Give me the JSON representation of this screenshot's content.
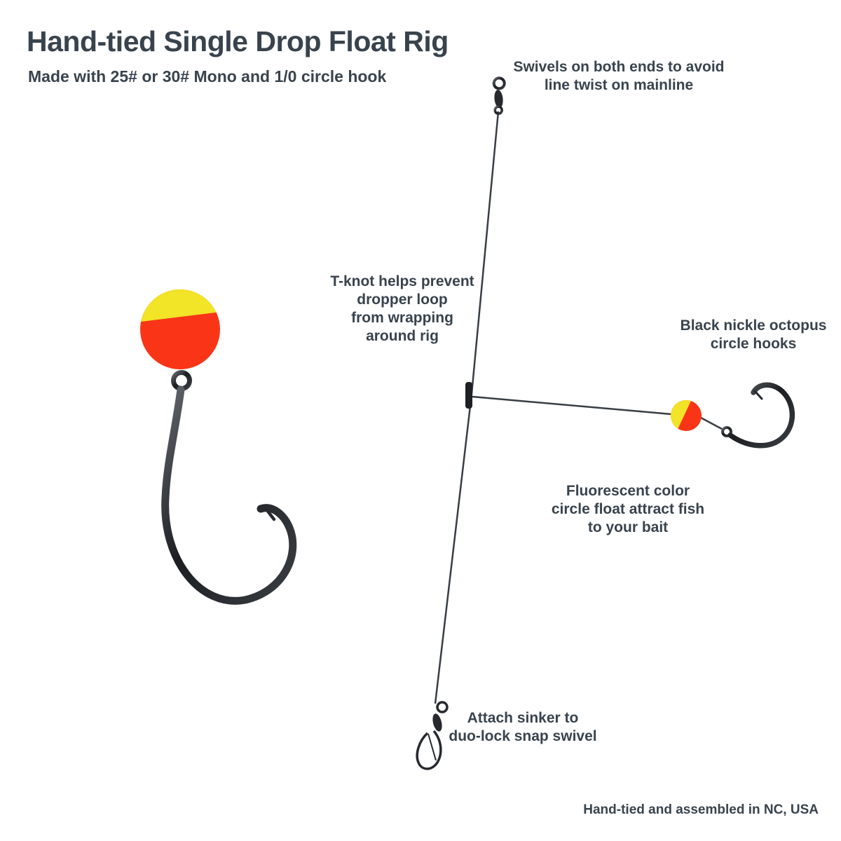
{
  "colors": {
    "float_red": "#fa3517",
    "float_yellow": "#f2e426",
    "line": "#383e44",
    "text": "#39434d"
  },
  "header": {
    "title": "Hand-tied Single Drop Float Rig",
    "subtitle": "Made with 25# or 30# Mono and 1/0 circle hook"
  },
  "annotations": {
    "swivels": "Swivels on both ends to avoid\nline twist on mainline",
    "t_knot": "T-knot helps prevent\ndropper loop\nfrom wrapping\naround rig",
    "hooks": "Black nickle octopus\ncircle hooks",
    "float": "Fluorescent color\ncircle float attract fish\nto your bait",
    "sinker": "Attach sinker to\nduo-lock snap swivel"
  },
  "footer": {
    "credit": "Hand-tied and assembled in NC, USA"
  }
}
